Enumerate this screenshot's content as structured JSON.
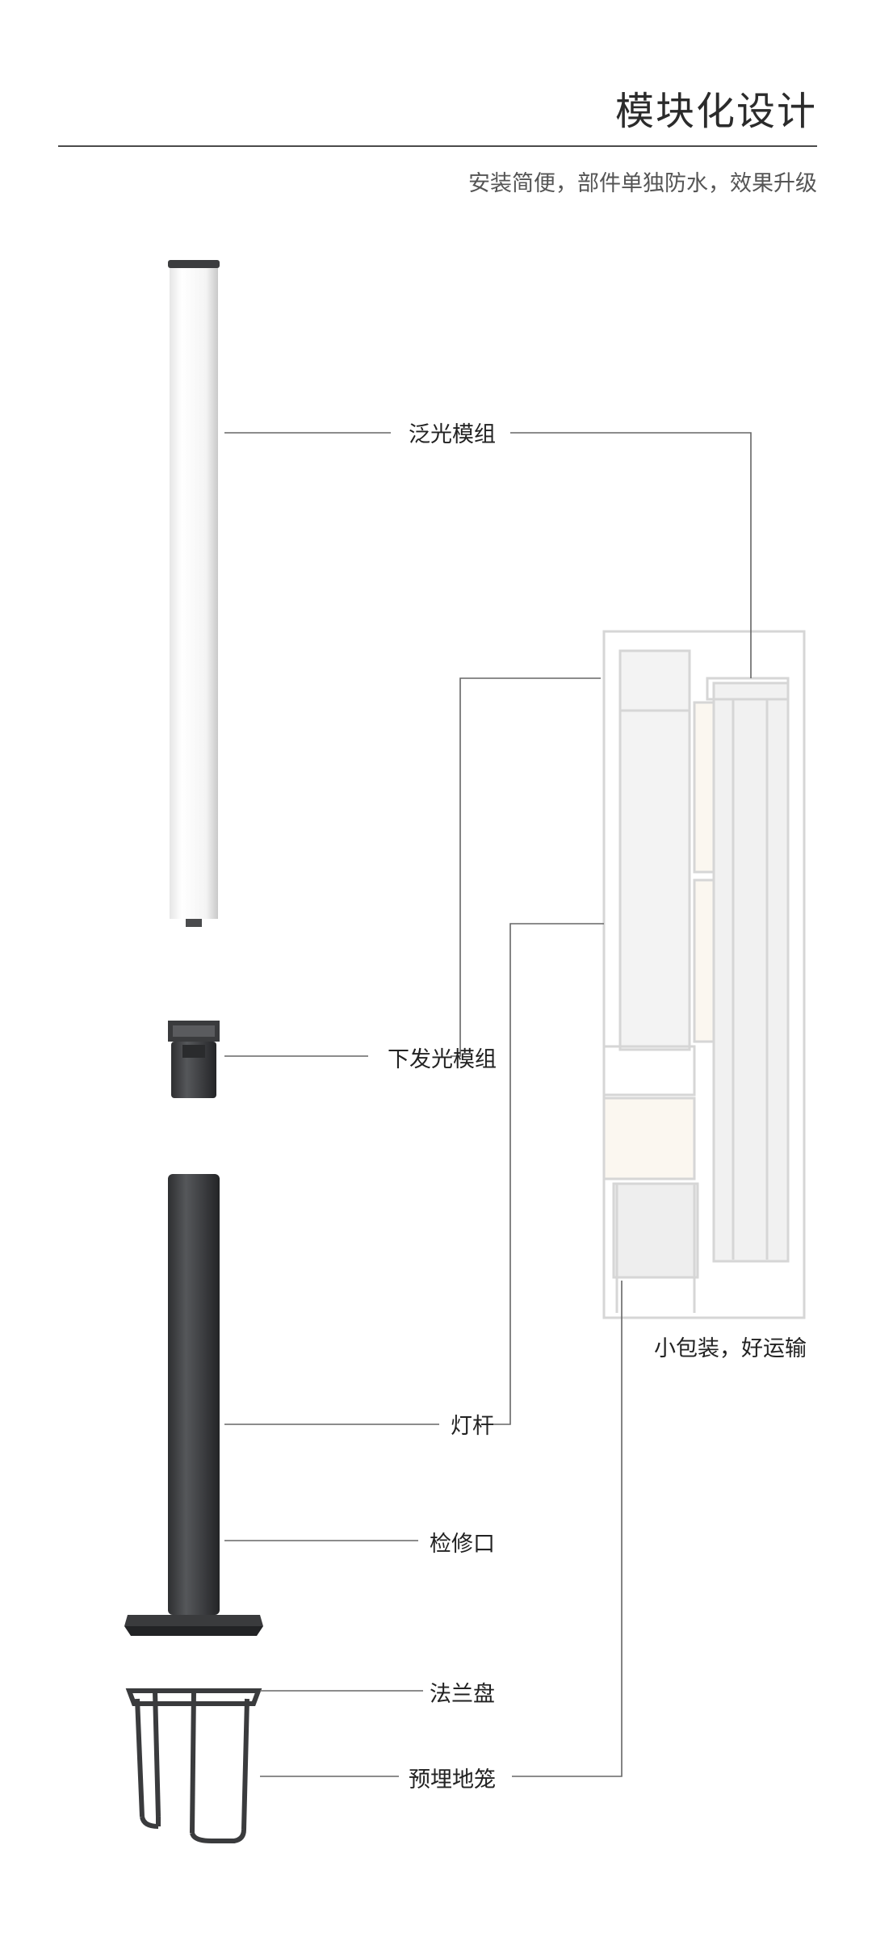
{
  "header": {
    "title": "模块化设计",
    "subtitle": "安装简便，部件单独防水，效果升级"
  },
  "components": [
    {
      "key": "flood",
      "label": "泛光模组"
    },
    {
      "key": "down",
      "label": "下发光模组"
    },
    {
      "key": "pole",
      "label": "灯杆"
    },
    {
      "key": "hatch",
      "label": "检修口"
    },
    {
      "key": "flange",
      "label": "法兰盘"
    },
    {
      "key": "cage",
      "label": "预埋地笼"
    }
  ],
  "package": {
    "caption": "小包装，好运输"
  },
  "colors": {
    "line": "#555555",
    "pole_dark": "#3a3b3d",
    "module_white": "#f2f2f2",
    "box_outline": "#d8d8d8"
  }
}
